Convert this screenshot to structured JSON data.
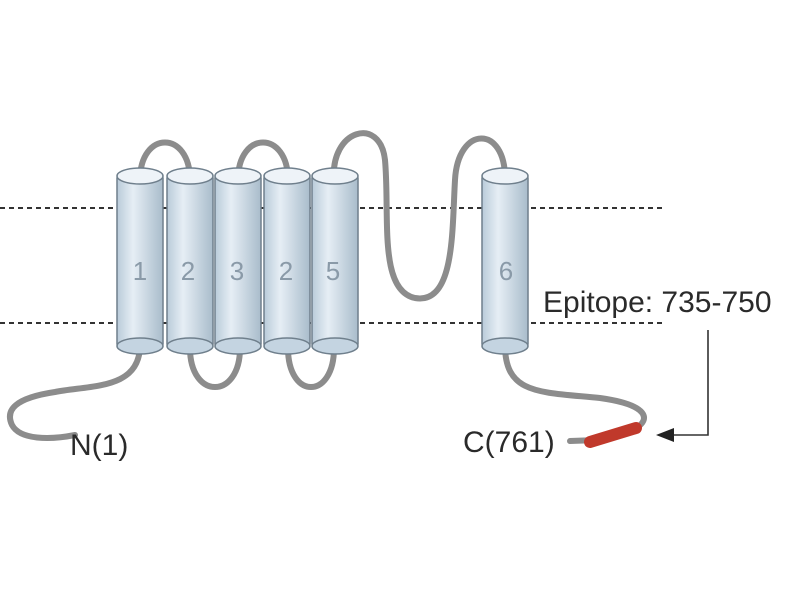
{
  "diagram": {
    "helices": [
      {
        "label": "1"
      },
      {
        "label": "2"
      },
      {
        "label": "3"
      },
      {
        "label": "2"
      },
      {
        "label": "5"
      },
      {
        "label": "6"
      }
    ],
    "n_terminus": "N(1)",
    "c_terminus": "C(761)",
    "epitope": "Epitope: 735-750",
    "colors": {
      "helix_fill": "#d4e1ec",
      "helix_stroke": "#6f7f8c",
      "loop": "#8c8c8c",
      "epitope": "#c0392b",
      "membrane_line": "#333333"
    }
  }
}
